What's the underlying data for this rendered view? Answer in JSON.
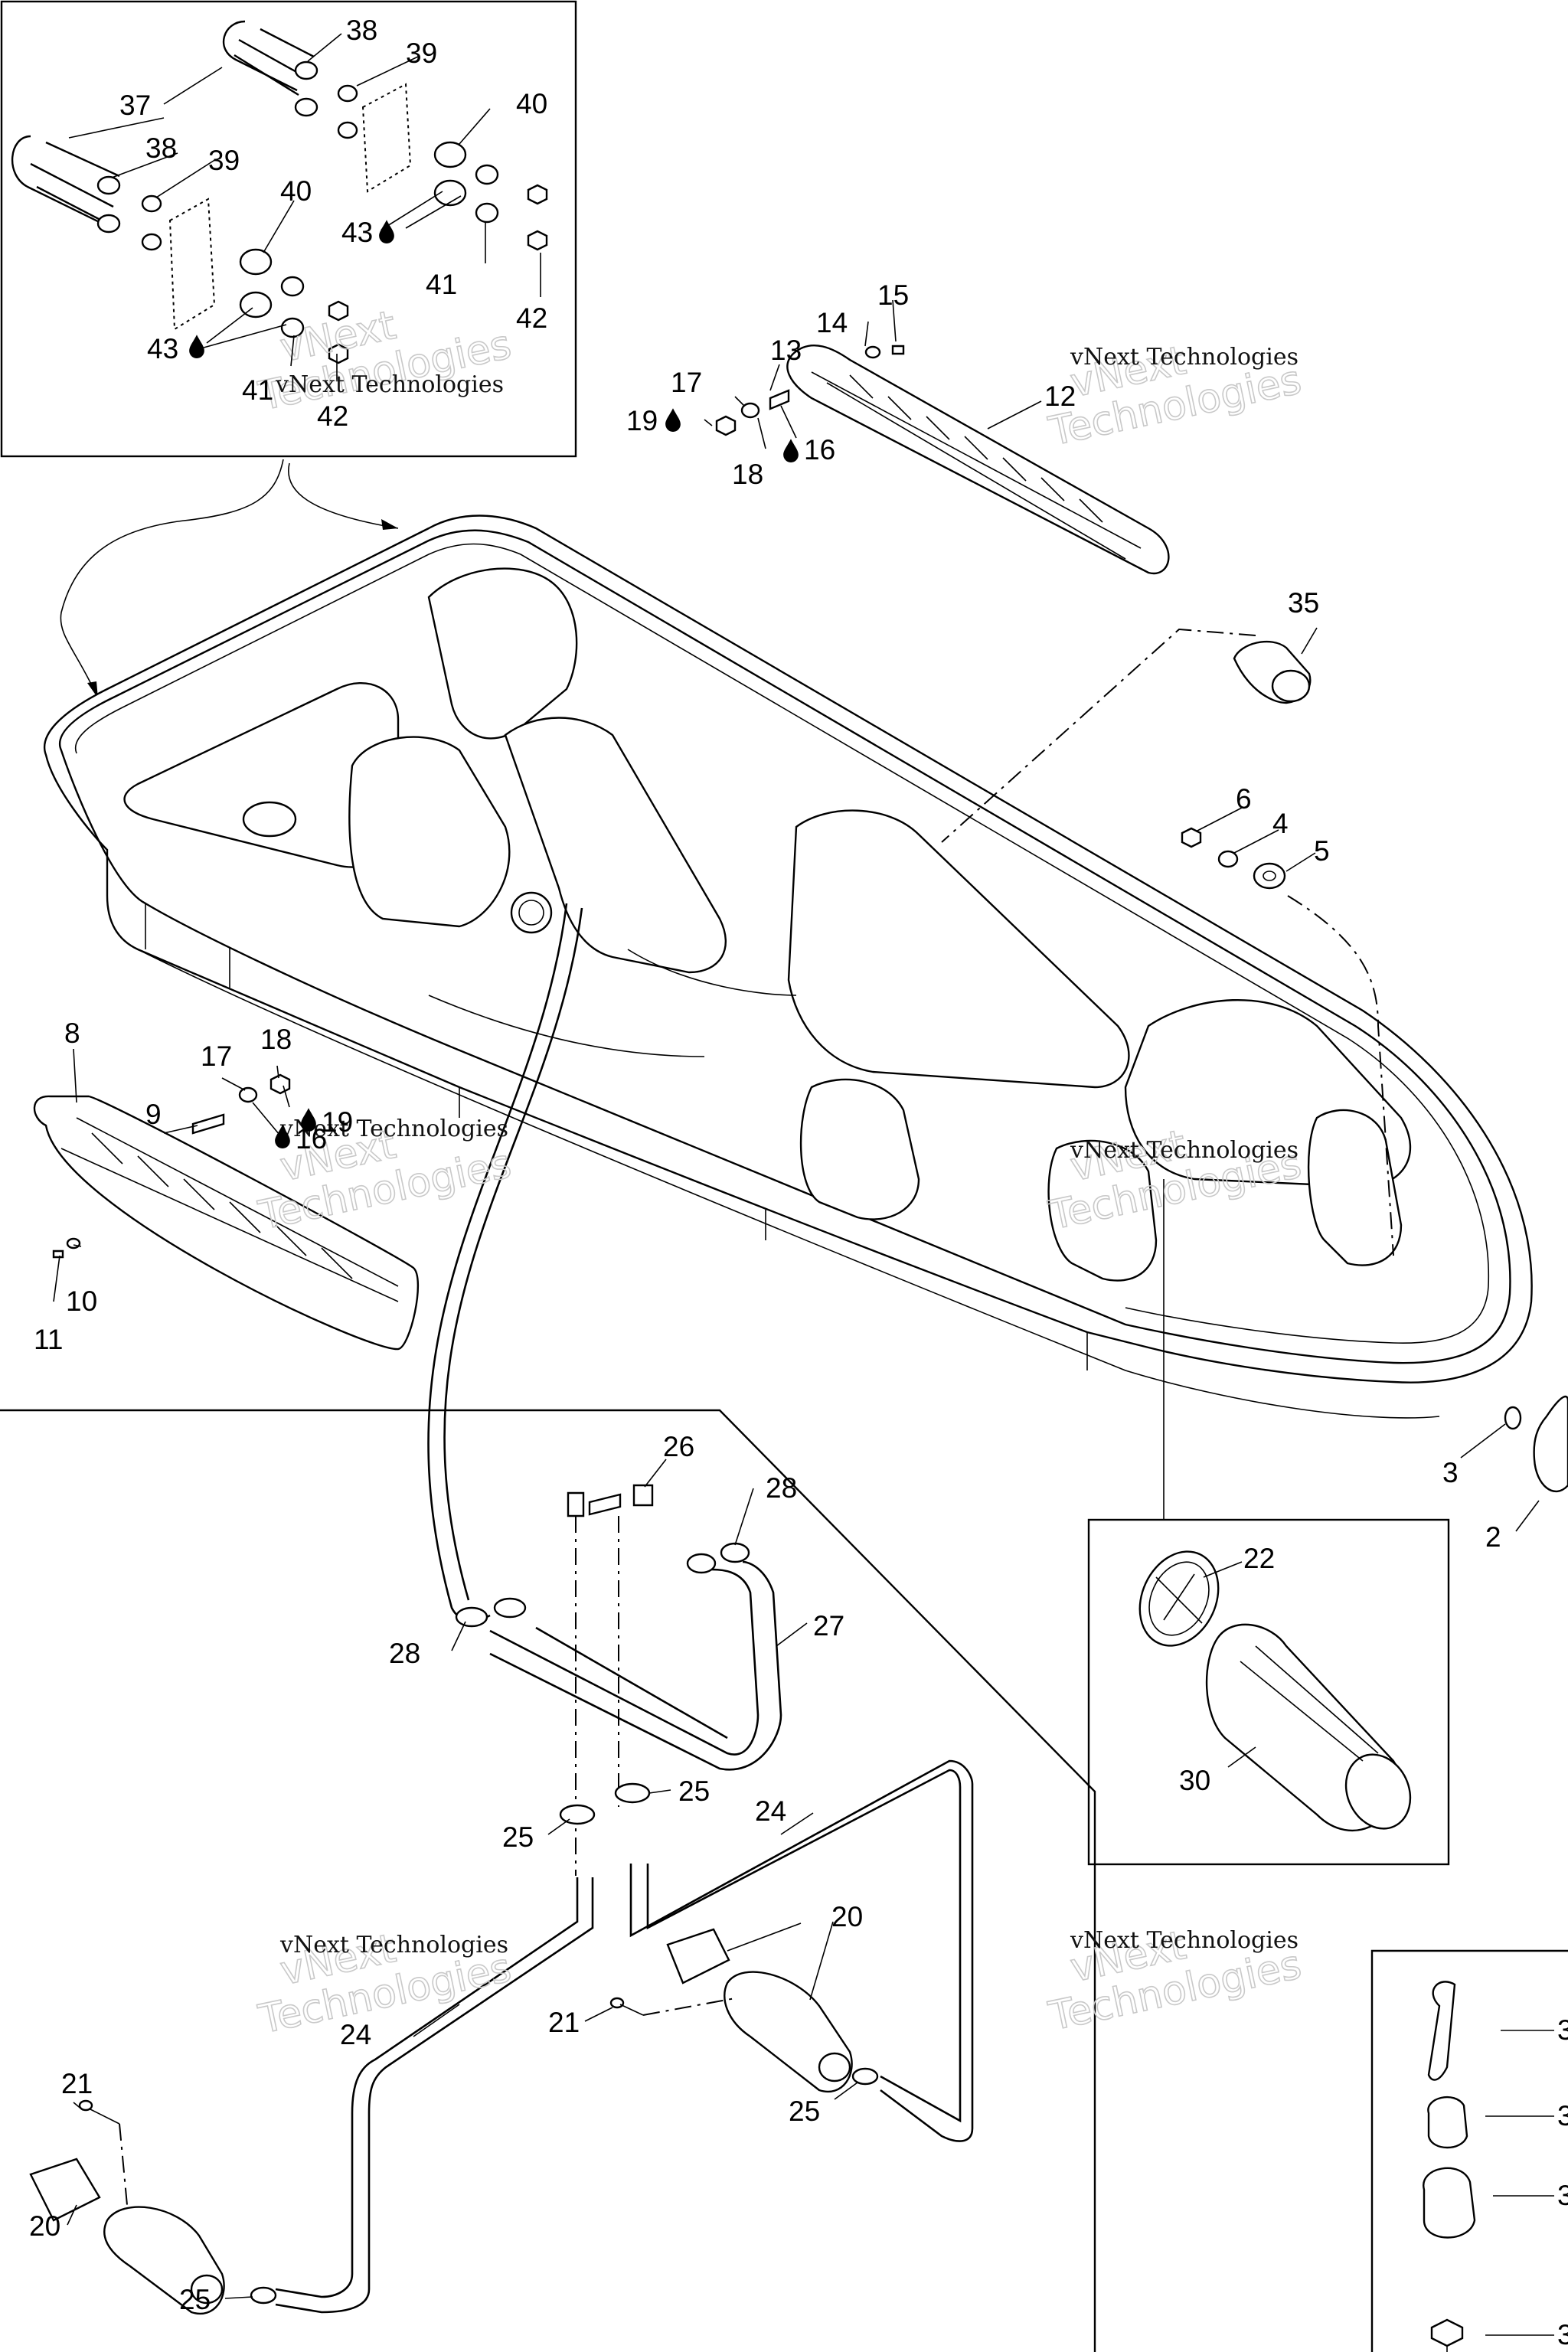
{
  "diagram": {
    "callouts": [
      {
        "id": "c38a",
        "text": "38"
      },
      {
        "id": "c39a",
        "text": "39"
      },
      {
        "id": "c37",
        "text": "37"
      },
      {
        "id": "c40a",
        "text": "40"
      },
      {
        "id": "c38b",
        "text": "38"
      },
      {
        "id": "c39b",
        "text": "39"
      },
      {
        "id": "c40b",
        "text": "40"
      },
      {
        "id": "c43a",
        "text": "43"
      },
      {
        "id": "c41a",
        "text": "41"
      },
      {
        "id": "c42a",
        "text": "42"
      },
      {
        "id": "c43b",
        "text": "43"
      },
      {
        "id": "c41b",
        "text": "41"
      },
      {
        "id": "c42b",
        "text": "42"
      },
      {
        "id": "c15",
        "text": "15"
      },
      {
        "id": "c14",
        "text": "14"
      },
      {
        "id": "c13",
        "text": "13"
      },
      {
        "id": "c17a",
        "text": "17"
      },
      {
        "id": "c19a",
        "text": "19"
      },
      {
        "id": "c16a",
        "text": "16"
      },
      {
        "id": "c18a",
        "text": "18"
      },
      {
        "id": "c12",
        "text": "12"
      },
      {
        "id": "c35",
        "text": "35"
      },
      {
        "id": "c6",
        "text": "6"
      },
      {
        "id": "c4",
        "text": "4"
      },
      {
        "id": "c5",
        "text": "5"
      },
      {
        "id": "c8",
        "text": "8"
      },
      {
        "id": "c17b",
        "text": "17"
      },
      {
        "id": "c18b",
        "text": "18"
      },
      {
        "id": "c9",
        "text": "9"
      },
      {
        "id": "c19b",
        "text": "19"
      },
      {
        "id": "c16b",
        "text": "16"
      },
      {
        "id": "c10",
        "text": "10"
      },
      {
        "id": "c11",
        "text": "11"
      },
      {
        "id": "c3",
        "text": "3"
      },
      {
        "id": "c2",
        "text": "2"
      },
      {
        "id": "c26",
        "text": "26"
      },
      {
        "id": "c28a",
        "text": "28"
      },
      {
        "id": "c27",
        "text": "27"
      },
      {
        "id": "c28b",
        "text": "28"
      },
      {
        "id": "c25a",
        "text": "25"
      },
      {
        "id": "c25b",
        "text": "25"
      },
      {
        "id": "c24a",
        "text": "24"
      },
      {
        "id": "c20a",
        "text": "20"
      },
      {
        "id": "c21a",
        "text": "21"
      },
      {
        "id": "c25c",
        "text": "25"
      },
      {
        "id": "c24b",
        "text": "24"
      },
      {
        "id": "c21b",
        "text": "21"
      },
      {
        "id": "c20b",
        "text": "20"
      },
      {
        "id": "c25d",
        "text": "25"
      },
      {
        "id": "c22",
        "text": "22"
      },
      {
        "id": "c30",
        "text": "30"
      },
      {
        "id": "c3x1",
        "text": "3"
      },
      {
        "id": "c3x2",
        "text": "3"
      },
      {
        "id": "c3x3",
        "text": "3"
      },
      {
        "id": "c3x4",
        "text": "3"
      }
    ],
    "watermarks": [
      {
        "id": "w1",
        "line1": "vNext Technologies",
        "line2": "vNext",
        "line3": "Technologies"
      },
      {
        "id": "w2",
        "line1": "vNext Technologies",
        "line2": "vNext",
        "line3": "Technologies"
      },
      {
        "id": "w3",
        "line1": "vNext Technologies",
        "line2": "vNext",
        "line3": "Technologies"
      },
      {
        "id": "w4",
        "line1": "vNext Technologies",
        "line2": "vNext",
        "line3": "Technologies"
      },
      {
        "id": "w5",
        "line1": "vNext Technologies",
        "line2": "vNext",
        "line3": "Technologies"
      },
      {
        "id": "w6",
        "line1": "vNext Technologies",
        "line2": "vNext",
        "line3": "Technologies"
      }
    ],
    "symbols": {
      "drop": "adhesive-drop-icon"
    }
  }
}
